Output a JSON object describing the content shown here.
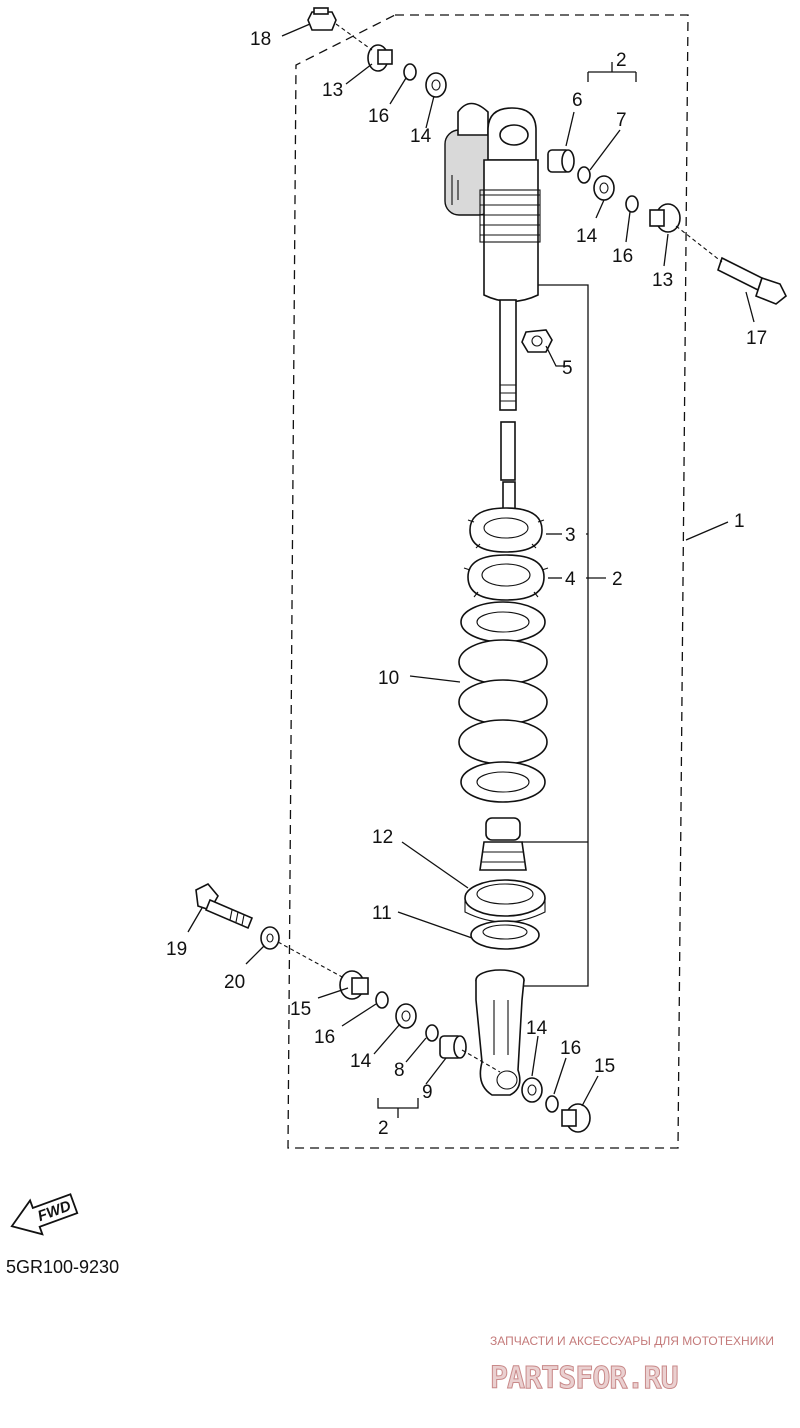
{
  "diagram": {
    "part_code": "5GR100-9230",
    "fwd_label": "FWD",
    "callouts": {
      "c1": "1",
      "c2_top": "2",
      "c2_right": "2",
      "c2_bottom": "2",
      "c3": "3",
      "c4": "4",
      "c5": "5",
      "c6": "6",
      "c7": "7",
      "c8": "8",
      "c9": "9",
      "c10": "10",
      "c11": "11",
      "c12": "12",
      "c13_a": "13",
      "c13_b": "13",
      "c14_a": "14",
      "c14_b": "14",
      "c14_c": "14",
      "c14_d": "14",
      "c15_a": "15",
      "c15_b": "15",
      "c16_a": "16",
      "c16_b": "16",
      "c16_c": "16",
      "c16_d": "16",
      "c17": "17",
      "c18": "18",
      "c19": "19",
      "c20": "20"
    }
  },
  "watermark": {
    "caption": "ЗАПЧАСТИ И АКСЕССУАРЫ ДЛЯ МОТОТЕХНИКИ",
    "brand": "PARTSFOR.RU"
  }
}
